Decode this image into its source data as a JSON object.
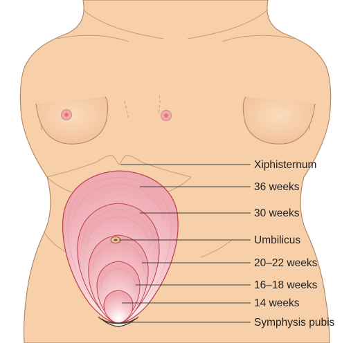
{
  "labels": [
    {
      "id": "xiphisternum",
      "text": "Xiphisternum"
    },
    {
      "id": "wk36",
      "text": "36 weeks"
    },
    {
      "id": "wk30",
      "text": "30 weeks"
    },
    {
      "id": "umbilicus",
      "text": "Umbilicus"
    },
    {
      "id": "wk20_22",
      "text": "20–22 weeks"
    },
    {
      "id": "wk16_18",
      "text": "16–18 weeks"
    },
    {
      "id": "wk14",
      "text": "14 weeks"
    },
    {
      "id": "symphysis",
      "text": "Symphysis pubis"
    }
  ],
  "colors": {
    "skin": "#f7d0aa",
    "skin_outline": "#b48a66",
    "uterus_fill": "#f3c2c8",
    "uterus_outline": "#c0454f",
    "leader": "#3a3a3a",
    "nipple": "#e8909a"
  }
}
